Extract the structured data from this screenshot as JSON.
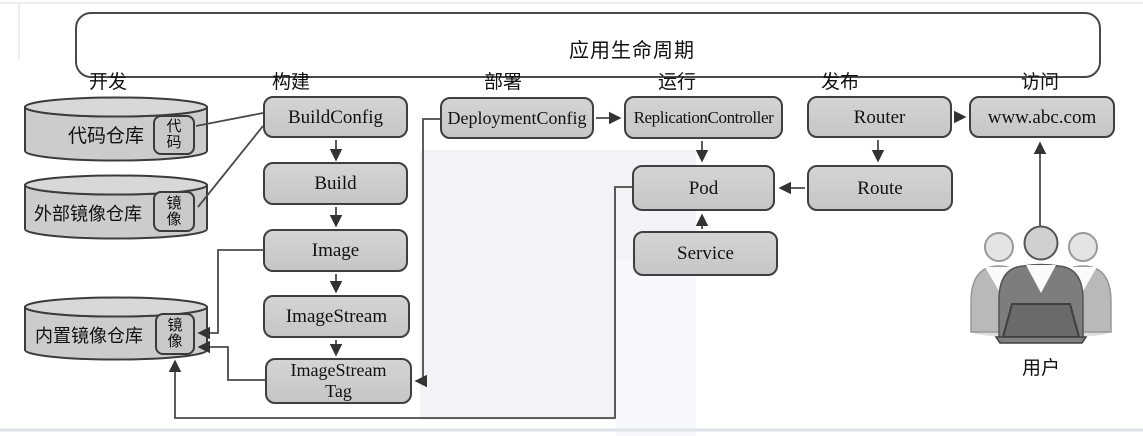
{
  "frame": {
    "title": "应用生命周期",
    "phases": [
      {
        "id": "dev",
        "label": "开发"
      },
      {
        "id": "build",
        "label": "构建"
      },
      {
        "id": "deploy",
        "label": "部署"
      },
      {
        "id": "run",
        "label": "运行"
      },
      {
        "id": "release",
        "label": "发布"
      },
      {
        "id": "access",
        "label": "访问"
      }
    ]
  },
  "repositories": {
    "code": {
      "label": "代码仓库",
      "badge": "代码"
    },
    "external_image": {
      "label": "外部镜像仓库",
      "badge": "镜像"
    },
    "internal_image": {
      "label": "内置镜像仓库",
      "badge": "镜像"
    }
  },
  "nodes": {
    "build_config": "BuildConfig",
    "build": "Build",
    "image": "Image",
    "image_stream": "ImageStream",
    "image_stream_tag_lines": [
      "ImageStream",
      "Tag"
    ],
    "deployment_config": "DeploymentConfig",
    "replication_controller": "ReplicationController",
    "pod": "Pod",
    "service": "Service",
    "router": "Router",
    "route": "Route",
    "website": "www.abc.com"
  },
  "user": {
    "label": "用户"
  },
  "colors": {
    "node_fill": "#cbcbcb",
    "node_border": "#3f3f3f",
    "line": "#4a4a4a",
    "watermark": "#f2f3f6"
  }
}
